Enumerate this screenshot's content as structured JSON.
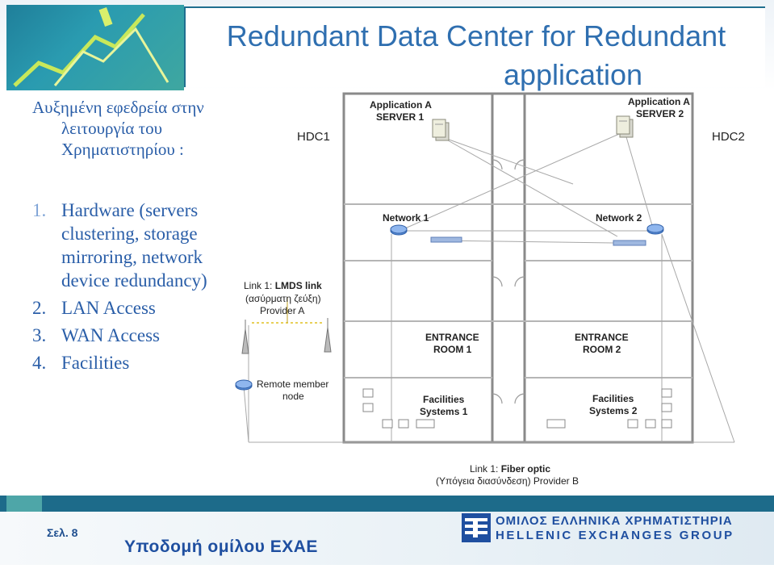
{
  "header": {
    "title_line1": "Redundant Data Center for Redundant",
    "title_line2": "application"
  },
  "subtitle": {
    "line1": "Αυξημένη εφεδρεία στην",
    "line2": "λειτουργία του",
    "line3": "Χρηματιστηρίου :"
  },
  "bullets": [
    {
      "num": "1.",
      "lines": [
        "Hardware (servers",
        "clustering, storage",
        "mirroring, network",
        "device redundancy)"
      ]
    },
    {
      "num": "2.",
      "lines": [
        "LAN Access"
      ]
    },
    {
      "num": "3.",
      "lines": [
        "WAN Access"
      ]
    },
    {
      "num": "4.",
      "lines": [
        "Facilities"
      ]
    }
  ],
  "diagram": {
    "hdc1": "HDC1",
    "hdc2": "HDC2",
    "server1": {
      "line1": "Application A",
      "line2": "SERVER  1"
    },
    "server2": {
      "line1": "Application A",
      "line2": "SERVER  2"
    },
    "network1": "Network  1",
    "network2": "Network  2",
    "link1": {
      "line1_prefix": "Link 1: ",
      "line1_bold": "LMDS link",
      "line2": "(ασύρματη ζεύξη)",
      "line3": "Provider A"
    },
    "entrance1": {
      "line1": "ENTRANCE",
      "line2": "ROOM 1"
    },
    "entrance2": {
      "line1": "ENTRANCE",
      "line2": "ROOM 2"
    },
    "remote": {
      "line1": "Remote member",
      "line2": "node"
    },
    "facilities1": {
      "line1": "Facilities",
      "line2": "Systems 1"
    },
    "facilities2": {
      "line1": "Facilities",
      "line2": "Systems 2"
    },
    "link2": {
      "line1_prefix": "Link 1: ",
      "line1_bold": "Fiber optic",
      "line2": "(Υπόγεια διασύνδεση)  Provider B"
    }
  },
  "footer": {
    "slide_number": "Σελ. 8",
    "title": "Υποδομή ομίλου ΕΧΑΕ",
    "company_greek": "ΟΜΙΛΟΣ ΕΛΛΗΝΙΚΑ ΧΡΗΜΑΤΙΣΤΗΡΙΑ",
    "company_english": "HELLENIC EXCHANGES GROUP"
  },
  "colors": {
    "title_blue": "#2f6fb0",
    "text_blue": "#2a5ea8",
    "footer_teal": "#1d6b8a"
  }
}
